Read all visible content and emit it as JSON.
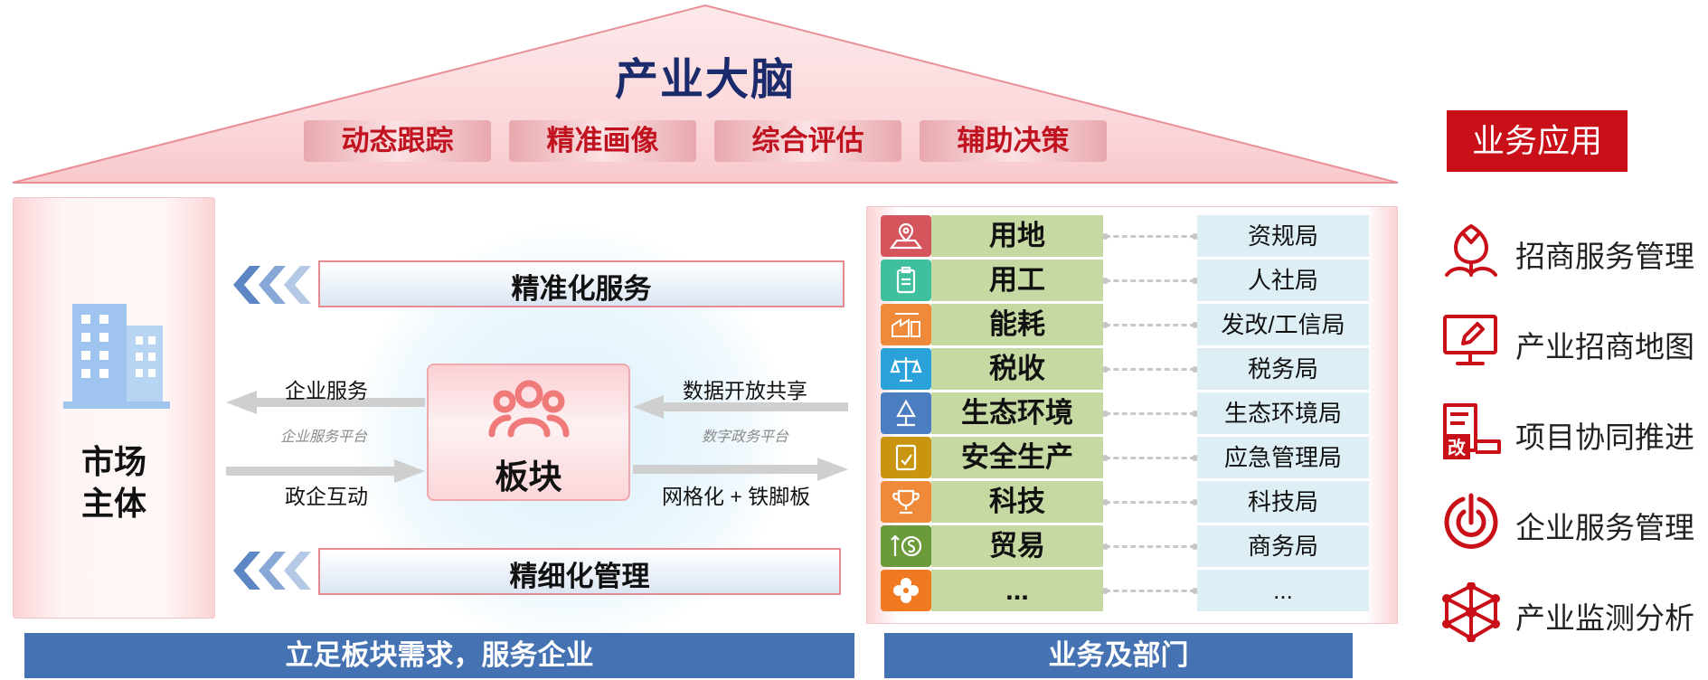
{
  "roof": {
    "title": "产业大脑",
    "capabilities": [
      "动态跟踪",
      "精准画像",
      "综合评估",
      "辅助决策"
    ]
  },
  "market": {
    "line1": "市场",
    "line2": "主体"
  },
  "center": {
    "top_bar": "精准化服务",
    "bottom_bar": "精细化管理",
    "block": "板块",
    "left_top": "企业服务",
    "left_platform": "企业服务平台",
    "left_bottom": "政企互动",
    "right_top": "数据开放共享",
    "right_platform": "数字政务平台",
    "right_bottom": "网格化 + 铁脚板"
  },
  "rows": [
    {
      "biz": "用地",
      "dept": "资规局",
      "color": "#d4555c",
      "icon": "land-pin-icon"
    },
    {
      "biz": "用工",
      "dept": "人社局",
      "color": "#3fbf9d",
      "icon": "id-card-icon"
    },
    {
      "biz": "能耗",
      "dept": "发改/工信局",
      "color": "#ef8a3a",
      "icon": "factory-energy-icon"
    },
    {
      "biz": "税收",
      "dept": "税务局",
      "color": "#2aa2d9",
      "icon": "scale-icon"
    },
    {
      "biz": "生态环境",
      "dept": "生态环境局",
      "color": "#4b7ec1",
      "icon": "tree-icon"
    },
    {
      "biz": "安全生产",
      "dept": "应急管理局",
      "color": "#c99511",
      "icon": "safety-document-icon"
    },
    {
      "biz": "科技",
      "dept": "科技局",
      "color": "#ef8a3a",
      "icon": "trophy-icon"
    },
    {
      "biz": "贸易",
      "dept": "商务局",
      "color": "#6a9a3a",
      "icon": "trade-money-icon"
    },
    {
      "biz": "...",
      "dept": "...",
      "color": "#ef7a22",
      "icon": "clover-icon"
    }
  ],
  "footer": {
    "left": "立足板块需求，服务企业",
    "right": "业务及部门"
  },
  "apps": {
    "header": "业务应用",
    "items": [
      {
        "label": "招商服务管理",
        "icon": "tulip-icon"
      },
      {
        "label": "产业招商地图",
        "icon": "monitor-pen-icon"
      },
      {
        "label": "项目协同推进",
        "icon": "reform-document-icon"
      },
      {
        "label": "企业服务管理",
        "icon": "power-target-icon"
      },
      {
        "label": "产业监测分析",
        "icon": "network-hexagon-icon"
      }
    ],
    "color": "#c90f18"
  }
}
